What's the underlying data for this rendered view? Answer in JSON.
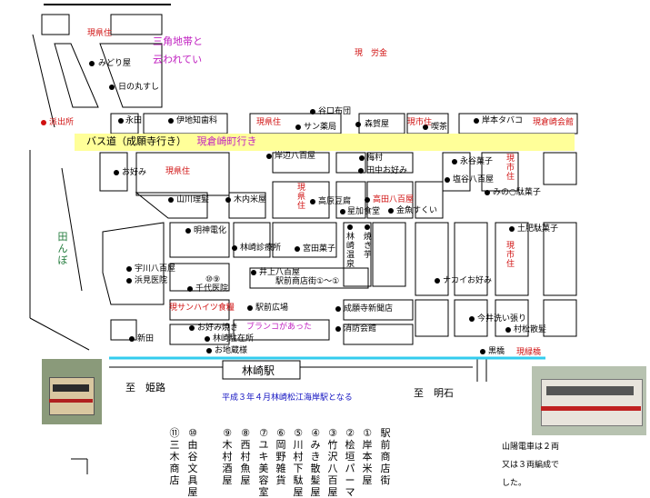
{
  "bus_road": {
    "label": "バス道（成願寺行き）",
    "current": "現倉崎町行き"
  },
  "area_notes": {
    "triangle_line1": "三角地帯と",
    "triangle_line2": "云われてい",
    "genkenju_top": "現県住",
    "gen_roumu": "現　労金",
    "genkenju_mid": "現県住",
    "gen_kenju2": "現県住",
    "gen_shiju": "現市住",
    "gen_kurasaki": "現倉崎会館",
    "gen_shiju_v": "現市住",
    "gen_shiju_v2": "現市住",
    "gen_kenju_v": "現県住",
    "gen_kenju_bot": "現サンハイツ食糧",
    "burako": "ブランコがあった",
    "gen_ryokubashi": "現緑橋"
  },
  "shops": {
    "hashutsujo": "派出所",
    "midoriya": "みどり屋",
    "hinomaru": "日の丸すし",
    "taniguchi": "谷口布団",
    "nagata": "永田",
    "ibochi": "伊地知歯科",
    "sanyakkyoku": "サン薬局",
    "morita": "森賀屋",
    "kissa": "喫茶",
    "kishimoto": "岸本タバコ",
    "okonomi1": "お好み",
    "kishibe": "岸辺八百屋",
    "ume": "梅村",
    "tanaka": "田中お好み",
    "nagatani": "永谷菓子",
    "tsuji": "塩谷八百屋",
    "minomo": "みの○駄菓子",
    "yamagawa": "山川理髪",
    "kiuchi": "木内米屋",
    "takahara": "高原豆腐",
    "takada": "高田八百屋",
    "hoshika": "星加食堂",
    "kingyo": "金魚すくい",
    "doihi": "土肥駄菓子",
    "meishin": "明神電化",
    "rinzaki_shinryo": "林崎診療所",
    "miyata": "宮田菓子",
    "rinzaki_onsen": "林崎温泉",
    "yakiimo": "焼き芋",
    "uda": "宇川八百屋",
    "hamami": "浜見医院",
    "inoue": "井上八百屋",
    "ekimae_shoten": "駅前商店街①～①",
    "senwa": "千代医院",
    "nakai": "ナカイお好み",
    "ekimae_hiroba": "駅前広場",
    "seiganji": "成願寺新聞店",
    "okonomiyaki": "お好み焼き",
    "imai": "今井洗い張り",
    "shinden": "新田",
    "rinzaki_chusha": "林崎駐在所",
    "shobo": "消防会館",
    "muramatsu": "村松散髪",
    "ochazen": "お地蔵様",
    "kurohashi": "黒橋",
    "num10": "⑩⑨"
  },
  "station": {
    "name": "林崎駅",
    "to_himeji": "至　姫路",
    "to_akashi": "至　明石",
    "note": "平成３年４月林崎松江海岸駅となる"
  },
  "legend": [
    "⑪三木商店",
    "⑩由谷文具屋",
    "⑨木村酒屋",
    "⑧西村魚屋",
    "⑦ユキ美容室",
    "⑥岡野雑貨",
    "⑤川村下駄屋",
    "④みき散髪屋",
    "③竹沢八百屋",
    "②桧垣パーマ",
    "①岸本米屋",
    "駅前商店街"
  ],
  "train_note": {
    "line1": "山陽電車は２両",
    "line2": "又は３両編成で",
    "line3": "した。"
  },
  "colors": {
    "road": "#ffff99",
    "rail": "#33ccee",
    "red_text": "#d01010",
    "magenta": "#c020c0",
    "blue": "#1010c0",
    "green": "#207a3a"
  }
}
